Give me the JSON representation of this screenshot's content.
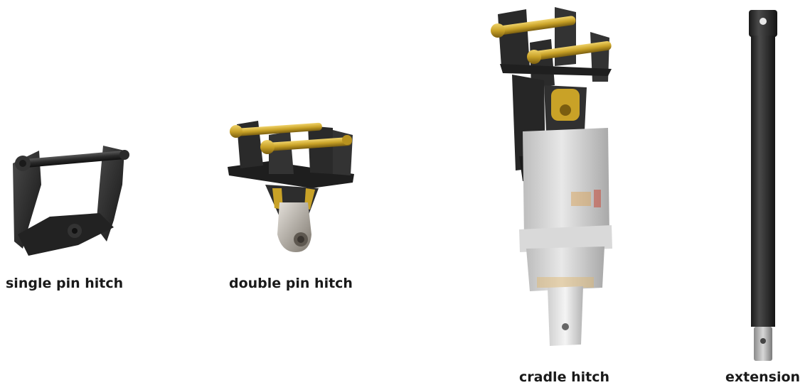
{
  "products": [
    {
      "label": "single pin hitch",
      "icon": "single-pin-hitch-image"
    },
    {
      "label": "double pin hitch",
      "icon": "double-pin-hitch-image"
    },
    {
      "label": "cradle hitch",
      "icon": "cradle-hitch-auger-image"
    },
    {
      "label": "extension",
      "icon": "extension-shaft-image"
    }
  ],
  "colors": {
    "steel_black": "#2a2a2a",
    "brass_pin": "#c9a227",
    "auger_body": "#d6d6d6",
    "caption_text": "#1a1a1a"
  }
}
